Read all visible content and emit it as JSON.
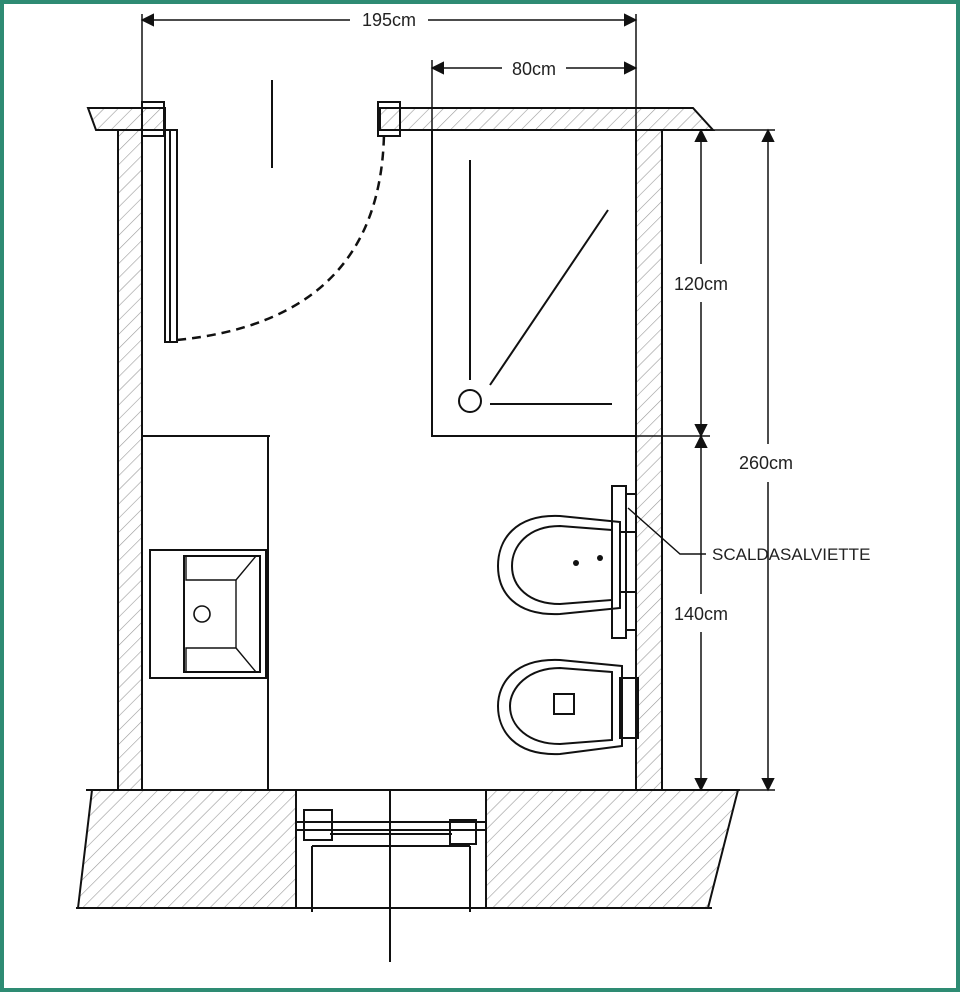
{
  "plan": {
    "dimensions": {
      "total_width": "195cm",
      "shower_width": "80cm",
      "shower_depth": "120cm",
      "fixtures_depth": "140cm",
      "total_depth": "260cm"
    },
    "labels": {
      "towel_warmer": "SCALDASALVIETTE"
    }
  },
  "colors": {
    "frame": "#2e8b73",
    "line": "#111111",
    "hatch": "#9a9a9a"
  }
}
